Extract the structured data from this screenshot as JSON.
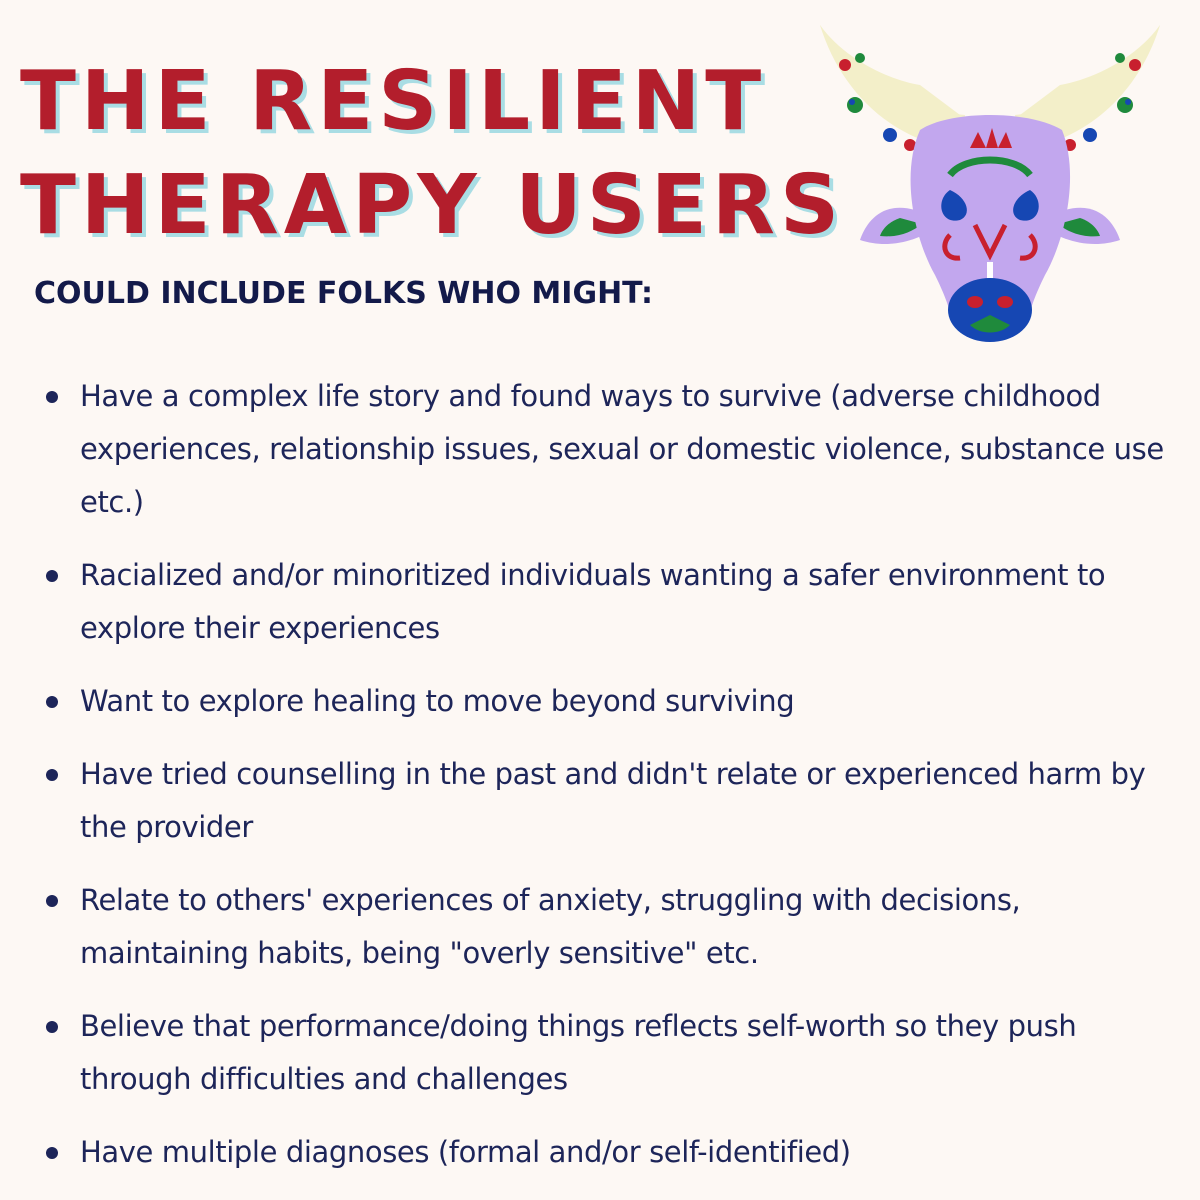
{
  "header": {
    "title_line1": "THE RESILIENT",
    "title_line2": "THERAPY USERS",
    "subtitle": "COULD INCLUDE FOLKS WHO MIGHT:"
  },
  "illustration": {
    "icon": "decorated-bull-head-icon",
    "colors": {
      "face": "#c2a7ee",
      "horns": "#f3efc9",
      "red": "#c8202e",
      "blue": "#1647b3",
      "green": "#1f8a3c"
    }
  },
  "items": [
    "Have a complex life story and found ways to survive (adverse childhood experiences, relationship issues, sexual or domestic violence, substance use etc.)",
    "Racialized and/or minoritized individuals wanting a safer environment to explore their experiences",
    "Want to explore healing to move beyond surviving",
    "Have tried counselling in the past and didn't relate or experienced harm by the provider",
    "Relate to others' experiences of anxiety, struggling with decisions, maintaining habits, being \"overly sensitive\" etc.",
    "Believe that performance/doing things reflects self-worth so they push through difficulties and challenges",
    "Have multiple diagnoses (formal and/or self-identified)"
  ],
  "colors": {
    "background": "#fdf8f4",
    "title": "#b31e2c",
    "title_shadow": "#a9dde4",
    "text": "#1d2559"
  }
}
